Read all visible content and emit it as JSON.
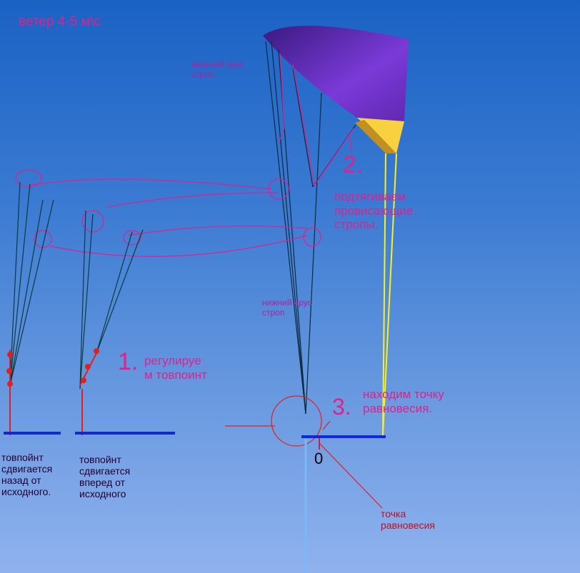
{
  "title": "ветер 4-5 м\\с",
  "labels": {
    "upper_tier": "верхний ярус\nстроп",
    "lower_tier": "нижний ярус\nстроп",
    "step1_num": "1.",
    "step1_text": "регулируе\nм товпоинт",
    "step2_num": "2.",
    "step2_text": "подтягиваем\nпровисающие\nстропы.",
    "step3_num": "3.",
    "step3_text": "находим точку\nравновесия.",
    "zero": "0",
    "equilibrium_point": "точка\nравновесия",
    "towpoint_back": "товпойнт\nсдвигается\nназад от\nисходного.",
    "towpoint_forward": "товпойнт\nсдвигается\nвперед от\nисходного"
  },
  "colors": {
    "wing": "#6a2bc0",
    "annotation": "#e0208c",
    "base": "#1028d8",
    "yellow": "#f8f020"
  }
}
